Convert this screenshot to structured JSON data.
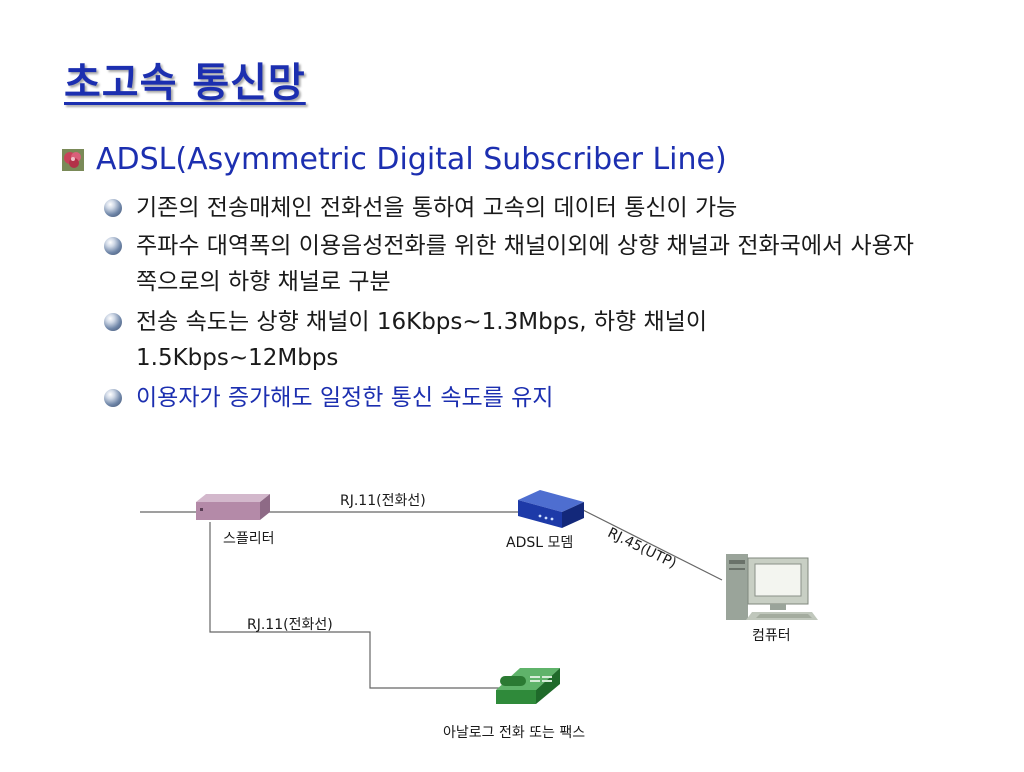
{
  "slide": {
    "title": "초고속 통신망",
    "heading": "ADSL(Asymmetric Digital Subscriber Line)",
    "bullets": [
      "기존의 전송매체인 전화선을 통하여 고속의 데이터 통신이 가능",
      "주파수 대역폭의 이용음성전화를 위한 채널이외에 상향 채널과 전화국에서 사용자 쪽으로의 하향 채널로 구분",
      "전송 속도는 상향 채널이 16Kbps∼1.3Mbps, 하향 채널이 1.5Kbps∼12Mbps",
      "이용자가 증가해도 일정한 통신 속도를 유지"
    ]
  },
  "diagram": {
    "splitter_label": "스플리터",
    "modem_label": "ADSL 모뎀",
    "computer_label": "컴퓨터",
    "phone_label": "아날로그 전화 또는 팩스",
    "line_top_label": "RJ.11(전화선)",
    "line_bottom_label": "RJ.11(전화선)",
    "line_utp_label": "RJ.45(UTP)"
  },
  "colors": {
    "title": "#1c2fb0",
    "splitter": "#b48aa8",
    "modem": "#1d3aa8",
    "phone": "#2f8a3a"
  }
}
